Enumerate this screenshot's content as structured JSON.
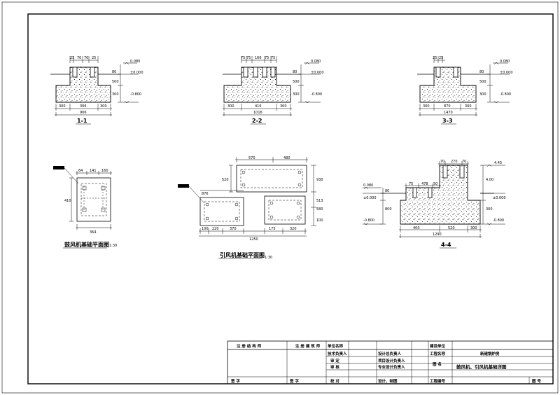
{
  "sections": {
    "s1": {
      "label": "1-1",
      "top_dims": [
        "25",
        "70",
        "70",
        "25"
      ],
      "bottom_dims": [
        "300",
        "306",
        "300"
      ],
      "total": "906",
      "levels": [
        "0.080",
        "±0.000",
        "-0.800"
      ],
      "vert_dims": [
        "80",
        "500",
        "300"
      ]
    },
    "s2": {
      "label": "2-2",
      "top_dims": [
        "75",
        "75",
        "166",
        "75",
        "75"
      ],
      "bottom_dims": [
        "300",
        "416",
        "300"
      ],
      "total": "1016",
      "levels": [
        "0.080",
        "±0.000",
        "-0.800"
      ],
      "vert_dims": [
        "80",
        "500",
        "300"
      ]
    },
    "s3": {
      "label": "3-3",
      "top_dims": [
        "25",
        "25"
      ],
      "bottom_dims": [
        "300",
        "870",
        "300"
      ],
      "total": "1470",
      "levels": [
        "0.080",
        "±0.000",
        "-0.800"
      ],
      "vert_dims": [
        "80",
        "500",
        "300"
      ]
    },
    "s4": {
      "label": "4-4",
      "top_dims": [
        "70",
        "270",
        "70"
      ],
      "mid_dims": [
        "75",
        "478",
        "50"
      ],
      "bottom_dims": [
        "400",
        "520",
        "300"
      ],
      "total": "1290",
      "levels_left": [
        "0.080",
        "±0.000",
        "-0.800"
      ],
      "levels_right": [
        "4.45",
        "±0.000",
        "-0.800"
      ],
      "vert_dims": [
        "80",
        "800",
        "300",
        "4.00"
      ]
    }
  },
  "plan1": {
    "top_dims": [
      "64",
      "141",
      "160"
    ],
    "left_dim": "410",
    "bottom_dim": "364",
    "label": "鼓风机基础平面图",
    "scale": "1:30"
  },
  "plan2": {
    "top_dims": [
      "570",
      "480"
    ],
    "left_dims": [
      "520",
      "876"
    ],
    "bottom_dims": [
      "100",
      "220",
      "370",
      "175",
      "320"
    ],
    "right_dims": [
      "930",
      "513",
      "580",
      "100"
    ],
    "total": "1250",
    "label": "引风机基础平面图",
    "scale": "1:30"
  },
  "title_block": {
    "row1": [
      "注 册 结 构 师",
      "注 册 建 筑 师",
      "单位名称",
      "",
      "建设单位",
      ""
    ],
    "row2": [
      "技术负责人",
      "",
      "设计总负责人",
      "",
      "工程名称",
      "新建锅炉房"
    ],
    "row3": [
      "审 定",
      "",
      "项目设计负责人",
      "",
      "图 名",
      "鼓风机、引风机基础详图"
    ],
    "row4": [
      "审 核",
      "",
      "专业设计负责人",
      ""
    ],
    "row5": [
      "签 字",
      "签 字",
      "校 对",
      "",
      "设计、制图",
      "",
      "工程编号",
      "图 号"
    ]
  },
  "colors": {
    "ink": "#000000",
    "paper": "#ffffff"
  }
}
